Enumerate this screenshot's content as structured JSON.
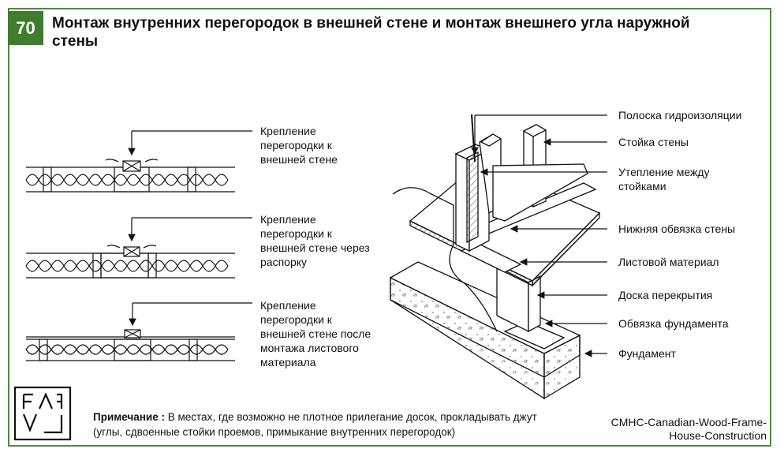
{
  "header": {
    "number": "70",
    "title": "Монтаж внутренних перегородок в внешней стене и монтаж внешнего угла наружной стены"
  },
  "left_labels": [
    "Крепление перегородки к внешней стене",
    "Крепление перегородки к внешней стене через распорку",
    "Крепление перегородки к внешней стене после монтажа листового материала"
  ],
  "right_labels": [
    "Полоска гидроизоляции",
    "Стойка стены",
    "Утепление между стойками",
    "Нижняя обвязка стены",
    "Листовой материал",
    "Доска перекрытия",
    "Обвязка фундамента",
    "Фундамент"
  ],
  "note": {
    "label": "Примечание :",
    "text": "В местах, где возможно не плотное прилегание досок, прокладывать джут (углы, сдвоенные стойки проемов, примыкание внутренних перегородок)"
  },
  "source": {
    "line1": "CMHC-Canadian-Wood-Frame-",
    "line2": "House-Construction"
  },
  "colors": {
    "accent": "#3f7d2e",
    "frame": "#4f8a3c"
  },
  "logo": {
    "name": "fav-logo"
  }
}
